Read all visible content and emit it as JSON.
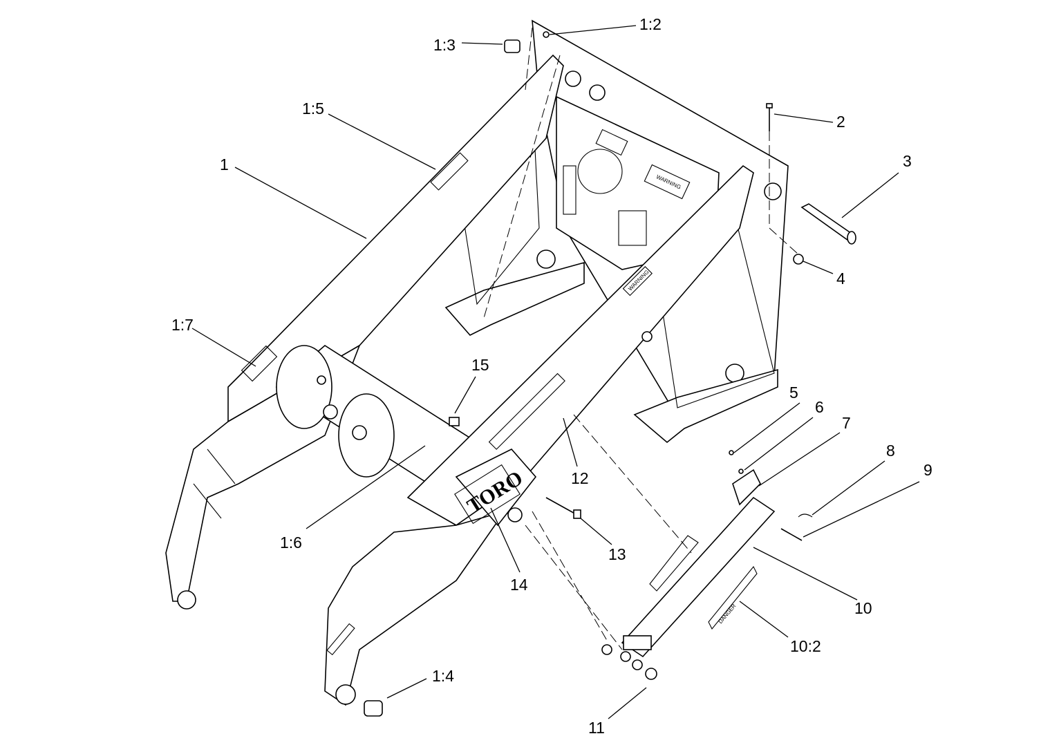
{
  "callouts": [
    {
      "id": "1",
      "label": "1"
    },
    {
      "id": "1:2",
      "label": "1:2"
    },
    {
      "id": "1:3",
      "label": "1:3"
    },
    {
      "id": "1:4",
      "label": "1:4"
    },
    {
      "id": "1:5",
      "label": "1:5"
    },
    {
      "id": "1:6",
      "label": "1:6"
    },
    {
      "id": "1:7",
      "label": "1:7"
    },
    {
      "id": "2",
      "label": "2"
    },
    {
      "id": "3",
      "label": "3"
    },
    {
      "id": "4",
      "label": "4"
    },
    {
      "id": "5",
      "label": "5"
    },
    {
      "id": "6",
      "label": "6"
    },
    {
      "id": "7",
      "label": "7"
    },
    {
      "id": "8",
      "label": "8"
    },
    {
      "id": "9",
      "label": "9"
    },
    {
      "id": "10",
      "label": "10"
    },
    {
      "id": "10:2",
      "label": "10:2"
    },
    {
      "id": "11",
      "label": "11"
    },
    {
      "id": "12",
      "label": "12"
    },
    {
      "id": "13",
      "label": "13"
    },
    {
      "id": "14",
      "label": "14"
    },
    {
      "id": "15",
      "label": "15"
    }
  ],
  "decals": {
    "warning": "WARNING",
    "danger": "DANGER"
  },
  "logo": "TORO"
}
